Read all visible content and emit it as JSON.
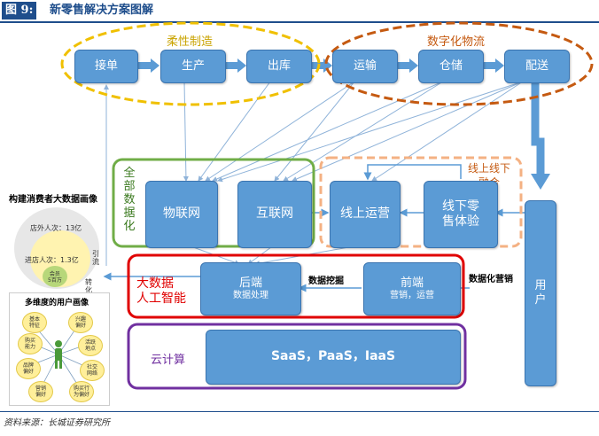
{
  "header": {
    "fig_label": "图 9:",
    "title": "新零售解决方案图解"
  },
  "top_groups": {
    "flexible_label": "柔性制造",
    "digital_label": "数字化物流"
  },
  "chain": [
    "接单",
    "生产",
    "出库",
    "运输",
    "仓储",
    "配送"
  ],
  "middle": {
    "digitize_label": "全部\n数据化",
    "iot": "物联网",
    "internet": "互联网",
    "online_offline_label": "线上线下\n融合",
    "online_ops": "线上运营",
    "offline_exp": "线下零\n售体验"
  },
  "ai": {
    "label": "大数据\n人工智能",
    "backend_title": "后端",
    "backend_sub": "数据处理",
    "mining_label": "数据挖掘",
    "frontend_title": "前端",
    "frontend_sub": "营销，运营",
    "marketing_label": "数据化营销"
  },
  "cloud": {
    "label": "云计算",
    "services": "SaaS，PaaS，IaaS"
  },
  "user": {
    "label": "用\n户"
  },
  "consumer_panel": {
    "title": "构建消费者大数据画像",
    "outer": "店外人次：13亿",
    "inner": "进店人次：1.3亿",
    "core": "会员\n5百万",
    "guide": "引\n流",
    "convert": "转\n化"
  },
  "portrait_panel": {
    "title": "多维度的用户画像",
    "nodes": [
      "基本\n特征",
      "兴趣\n偏好",
      "购买\n能力",
      "活跃\n地点",
      "品牌\n偏好",
      "社交\n网络",
      "营销\n偏好",
      "购买行\n为偏好"
    ]
  },
  "source": "资料来源：长城证券研究所",
  "colors": {
    "box": "#5b9bd5",
    "yellow": "#f0c000",
    "orange": "#c55a11",
    "green": "#70ad47",
    "peach": "#f4b183",
    "red": "#e00000",
    "purple": "#7030a0",
    "navy": "#1f4e8c"
  }
}
